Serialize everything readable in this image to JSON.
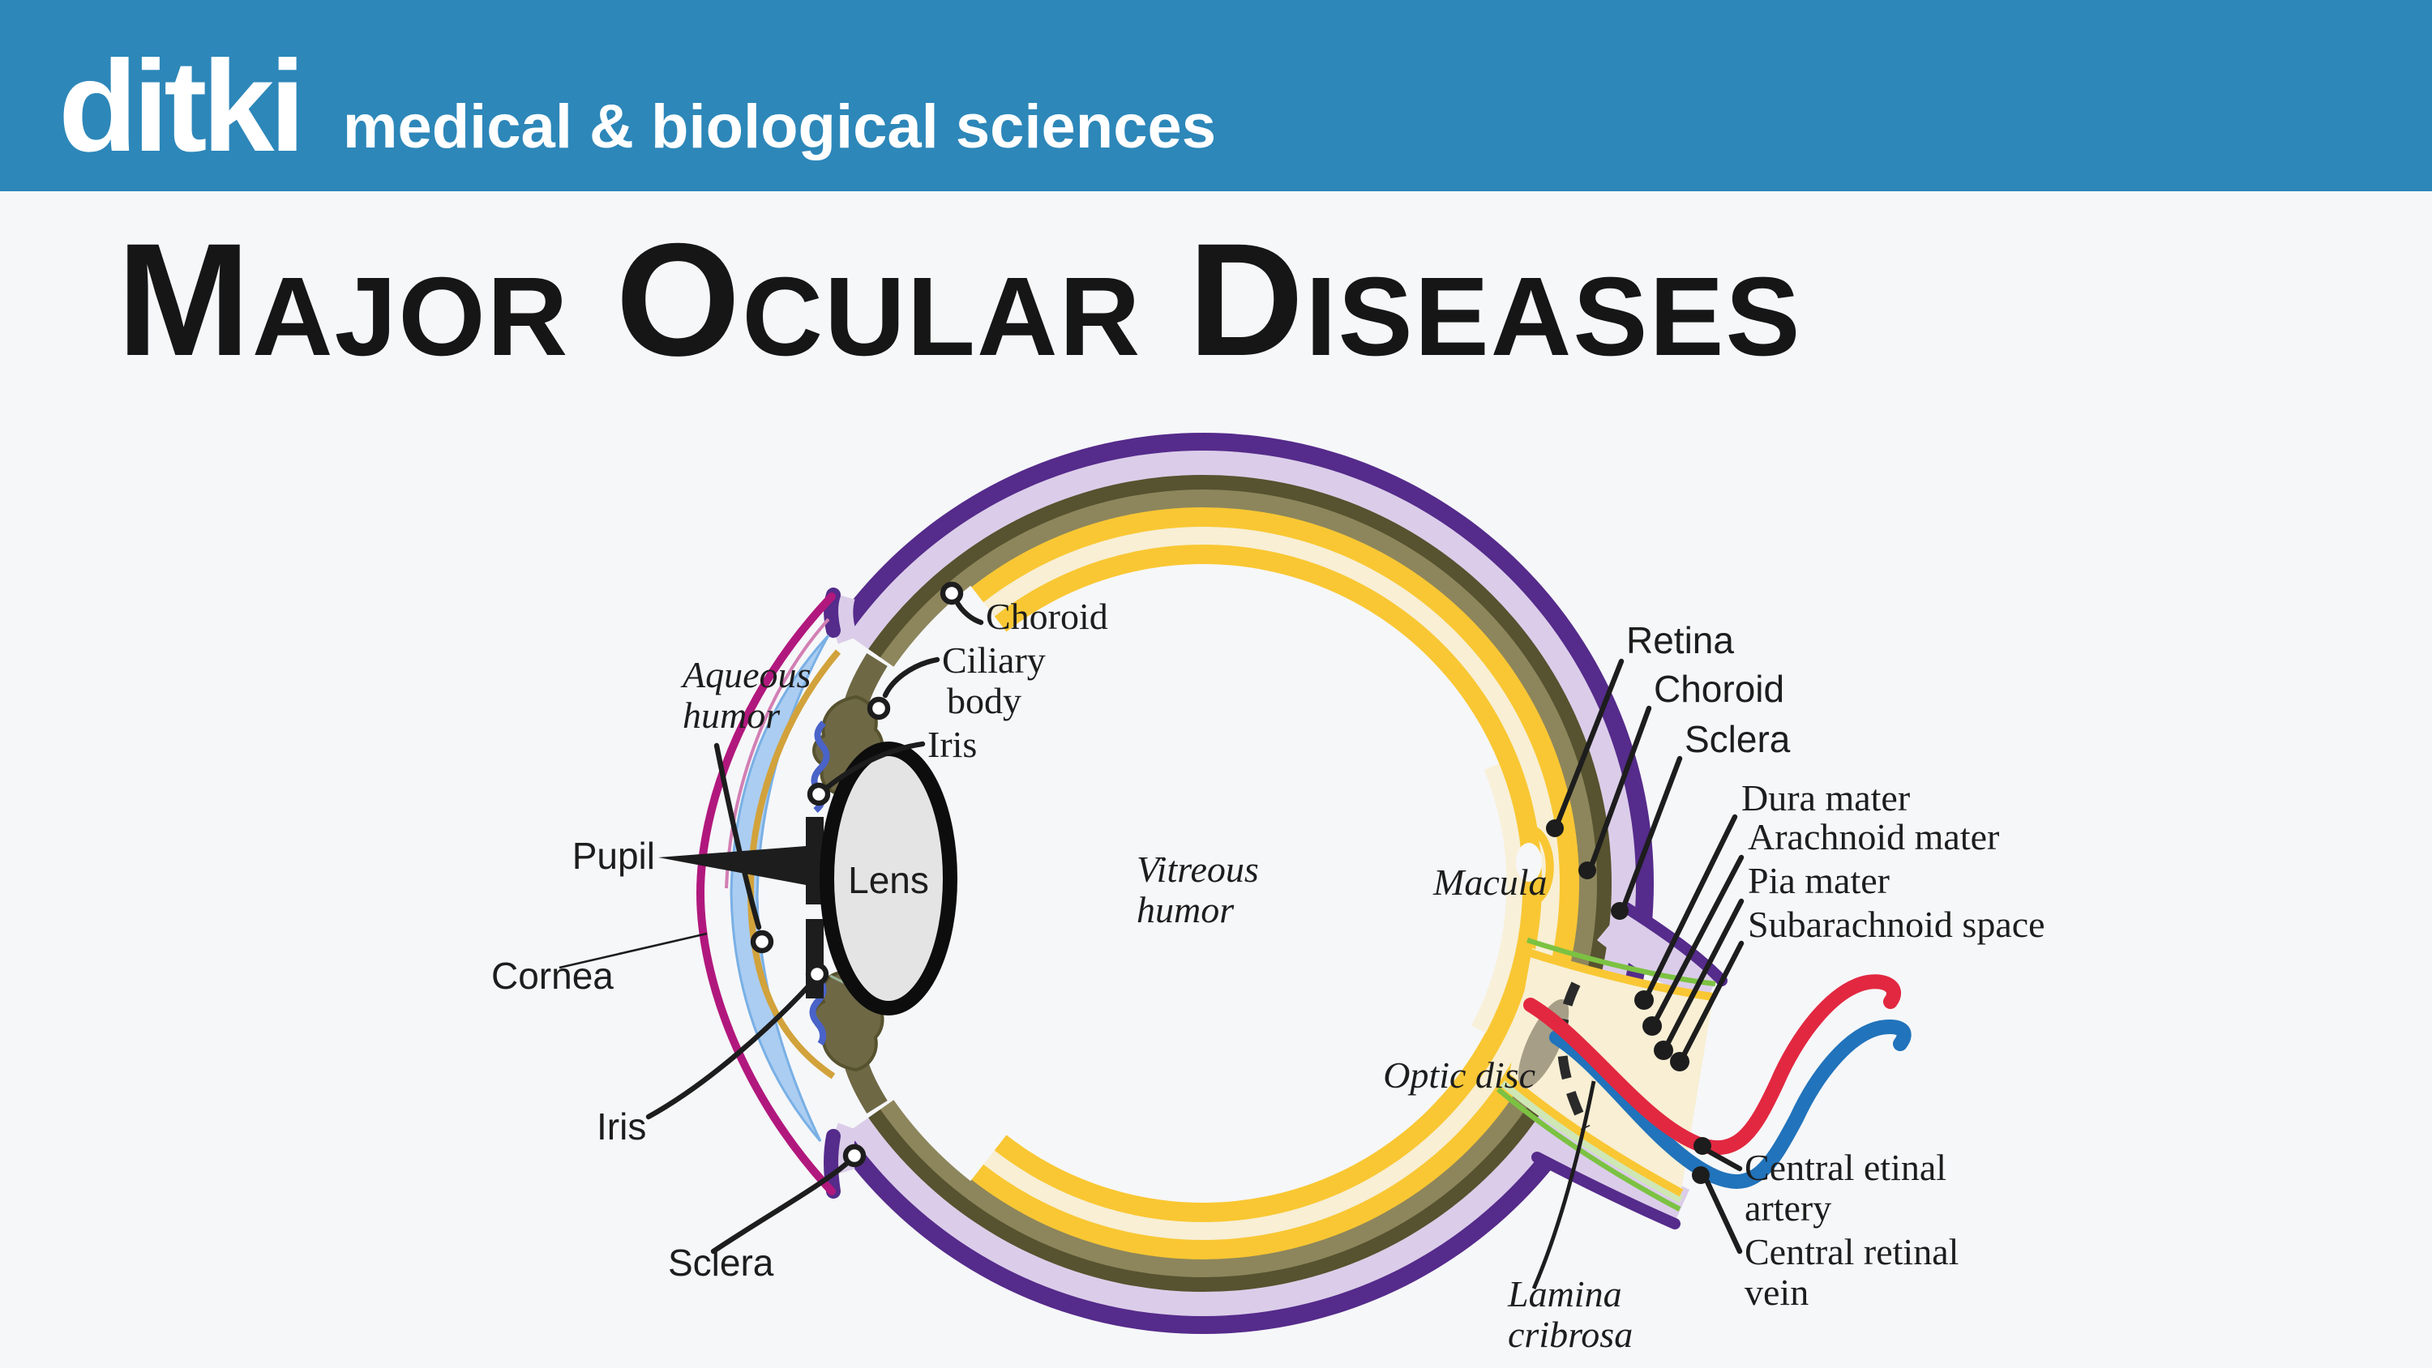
{
  "header": {
    "logo": "ditki",
    "tagline": "medical & biological sciences"
  },
  "title": "Major Ocular Diseases",
  "diagram": {
    "labels": {
      "aqueous_1": "Aqueous",
      "aqueous_2": "humor",
      "pupil": "Pupil",
      "cornea": "Cornea",
      "iris_sans": "Iris",
      "sclera_left": "Sclera",
      "choroid_top": "Choroid",
      "ciliary_1": "Ciliary",
      "ciliary_2": "body",
      "iris_serif": "Iris",
      "lens": "Lens",
      "vitreous_1": "Vitreous",
      "vitreous_2": "humor",
      "macula": "Macula",
      "optic_disc": "Optic disc",
      "retina": "Retina",
      "choroid_right": "Choroid",
      "sclera_right": "Sclera",
      "dura": "Dura mater",
      "arachnoid": "Arachnoid mater",
      "pia": "Pia mater",
      "subarachnoid": "Subarachnoid space",
      "cra_1": "Central etinal",
      "cra_2": "artery",
      "crv_1": "Central retinal",
      "crv_2": "vein",
      "lamina_1": "Lamina",
      "lamina_2": "cribrosa"
    }
  },
  "theme": {
    "headerBlue": "#2d87b9",
    "background": "#f6f7f9",
    "ink": "#1d1d1d",
    "purple": "#552b8b",
    "lavender": "#dbcde9",
    "oliveDark": "#57522f",
    "olive": "#6e6845",
    "khaki": "#8d865c",
    "yellow": "#f9c733",
    "cream": "#f8efd4",
    "magenta": "#b1187d",
    "magentaLight": "#d27fb4",
    "aqua": "#abcdf1",
    "aquaEdge": "#79b0e5",
    "royalBlue": "#4a63c8",
    "gold": "#d2a23b",
    "zonuleGreen": "#9bb59a",
    "piaGreen": "#7cc242",
    "piaLightGreen": "#cfe7b4",
    "arteryRed": "#e22840",
    "veinBlue": "#2173bb",
    "discTaupe": "#a79e87",
    "lensFill": "#e4e4e4"
  }
}
